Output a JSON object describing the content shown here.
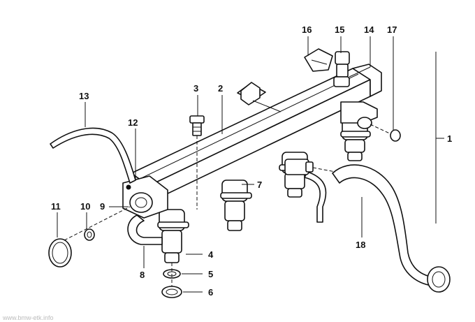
{
  "diagram": {
    "callouts": {
      "c1": "1",
      "c2": "2",
      "c3": "3",
      "c4": "4",
      "c5": "5",
      "c6": "6",
      "c7": "7",
      "c8": "8",
      "c9": "9",
      "c10": "10",
      "c11": "11",
      "c12": "12",
      "c13": "13",
      "c14": "14",
      "c15": "15",
      "c16": "16",
      "c17": "17",
      "c18": "18"
    },
    "watermark": "www.bmw-etk.info"
  }
}
